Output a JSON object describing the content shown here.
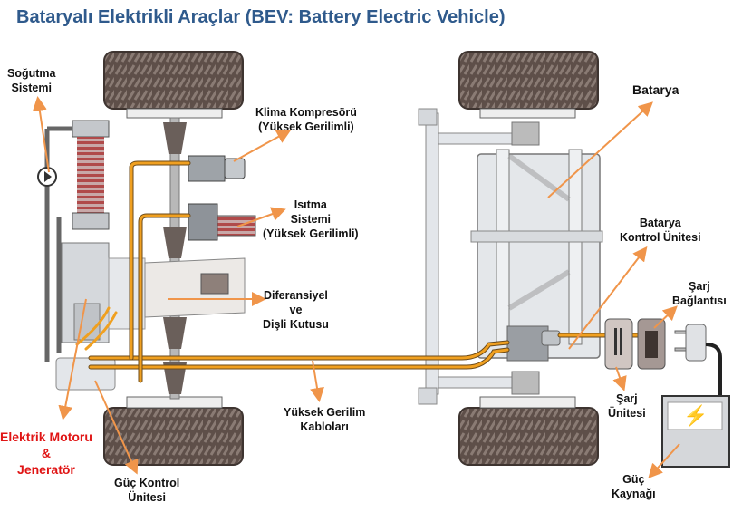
{
  "title": "Bataryalı Elektrikli Araçlar (BEV: Battery Electric Vehicle)",
  "colors": {
    "title": "#2f5a8c",
    "cable": "#f0a020",
    "arrow": "#f0954a",
    "red_label": "#e01515",
    "tire": "#5e4f49",
    "frame": "#dfe2e6"
  },
  "labels": {
    "cooling": [
      "Soğutma",
      "Sistemi"
    ],
    "climate": [
      "Klima Kompresörü",
      "(Yüksek Gerilimli)"
    ],
    "heating": [
      "Isıtma",
      "Sistemi",
      "(Yüksek Gerilimli)"
    ],
    "differential": [
      "Diferansiyel",
      "ve",
      "Dişli Kutusu"
    ],
    "hv_cables": [
      "Yüksek Gerilim",
      "Kabloları"
    ],
    "motor": [
      "Elektrik Motoru",
      "&",
      "Jeneratör"
    ],
    "power_control": [
      "Güç Kontrol",
      "Ünitesi"
    ],
    "battery": [
      "Batarya"
    ],
    "bms": [
      "Batarya",
      "Kontrol Ünitesi"
    ],
    "charge_port": [
      "Şarj",
      "Bağlantısı"
    ],
    "charger": [
      "Şarj",
      "Ünitesi"
    ],
    "power_source": [
      "Güç",
      "Kaynağı"
    ]
  },
  "icons": {
    "power_symbol": "⚡"
  }
}
